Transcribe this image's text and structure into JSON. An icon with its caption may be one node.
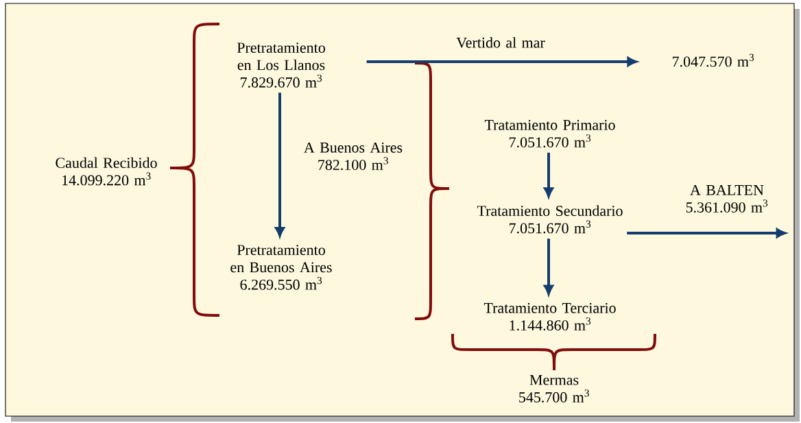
{
  "diagram": {
    "nodes": [
      {
        "text": [
          "Caudal Recibido",
          "14.099.220 m$^{3}$"
        ]
      },
      {
        "text": [
          "Pretratamiento en Los Llanos",
          "7.829.670 m$^{3}$"
        ]
      },
      {
        "text": [
          "Pretratamiento en Buenos Aires",
          "6.269.550 m$^{3}$"
        ]
      },
      {
        "text": [
          "7.047.570 m$^{3}$"
        ]
      },
      {
        "text": [
          "Tratamiento Primario",
          "7.051.670 m$^{3}$"
        ]
      },
      {
        "text": [
          "Tratamiento Secundario",
          "7.051.670 m$^{3}$"
        ]
      },
      {
        "text": [
          "Tratamiento Terciario",
          "1.144.860 m$^{3}$"
        ]
      },
      {
        "text": [
          "Mermas",
          "545.700 m$^{3}$"
        ]
      }
    ],
    "edges": [
      {
        "from": 1,
        "to": 2,
        "arrow": "to",
        "label": "A Buenos Aires 782.100 m$^{3}$"
      },
      {
        "from": 1,
        "to": 3,
        "arrow": "to",
        "label": "Vertido al mar"
      },
      {
        "from": 4,
        "to": 5,
        "arrow": "to"
      },
      {
        "from": 5,
        "to": 6,
        "arrow": "to"
      },
      {
        "from": 5,
        "to": null,
        "arrow": "to",
        "label": "A BALTEN 5.361.090 m$^{3}$"
      }
    ]
  }
}
